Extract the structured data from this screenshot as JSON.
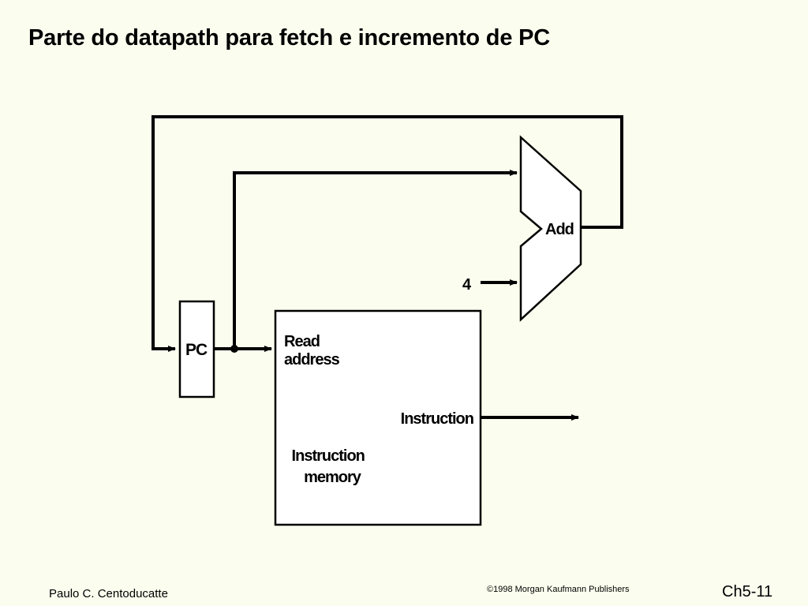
{
  "slide": {
    "title": "Parte do datapath para fetch e incremento de PC"
  },
  "diagram": {
    "adder_label": "Add",
    "constant_input": "4",
    "pc_label": "PC",
    "memory_read_address": [
      "Read",
      "address"
    ],
    "memory_output_label": "Instruction",
    "memory_name": [
      "Instruction",
      "memory"
    ]
  },
  "footer": {
    "author": "Paulo C. Centoducatte",
    "copyright": "©1998 Morgan Kaufmann Publishers",
    "slide_number": "Ch5-11"
  }
}
